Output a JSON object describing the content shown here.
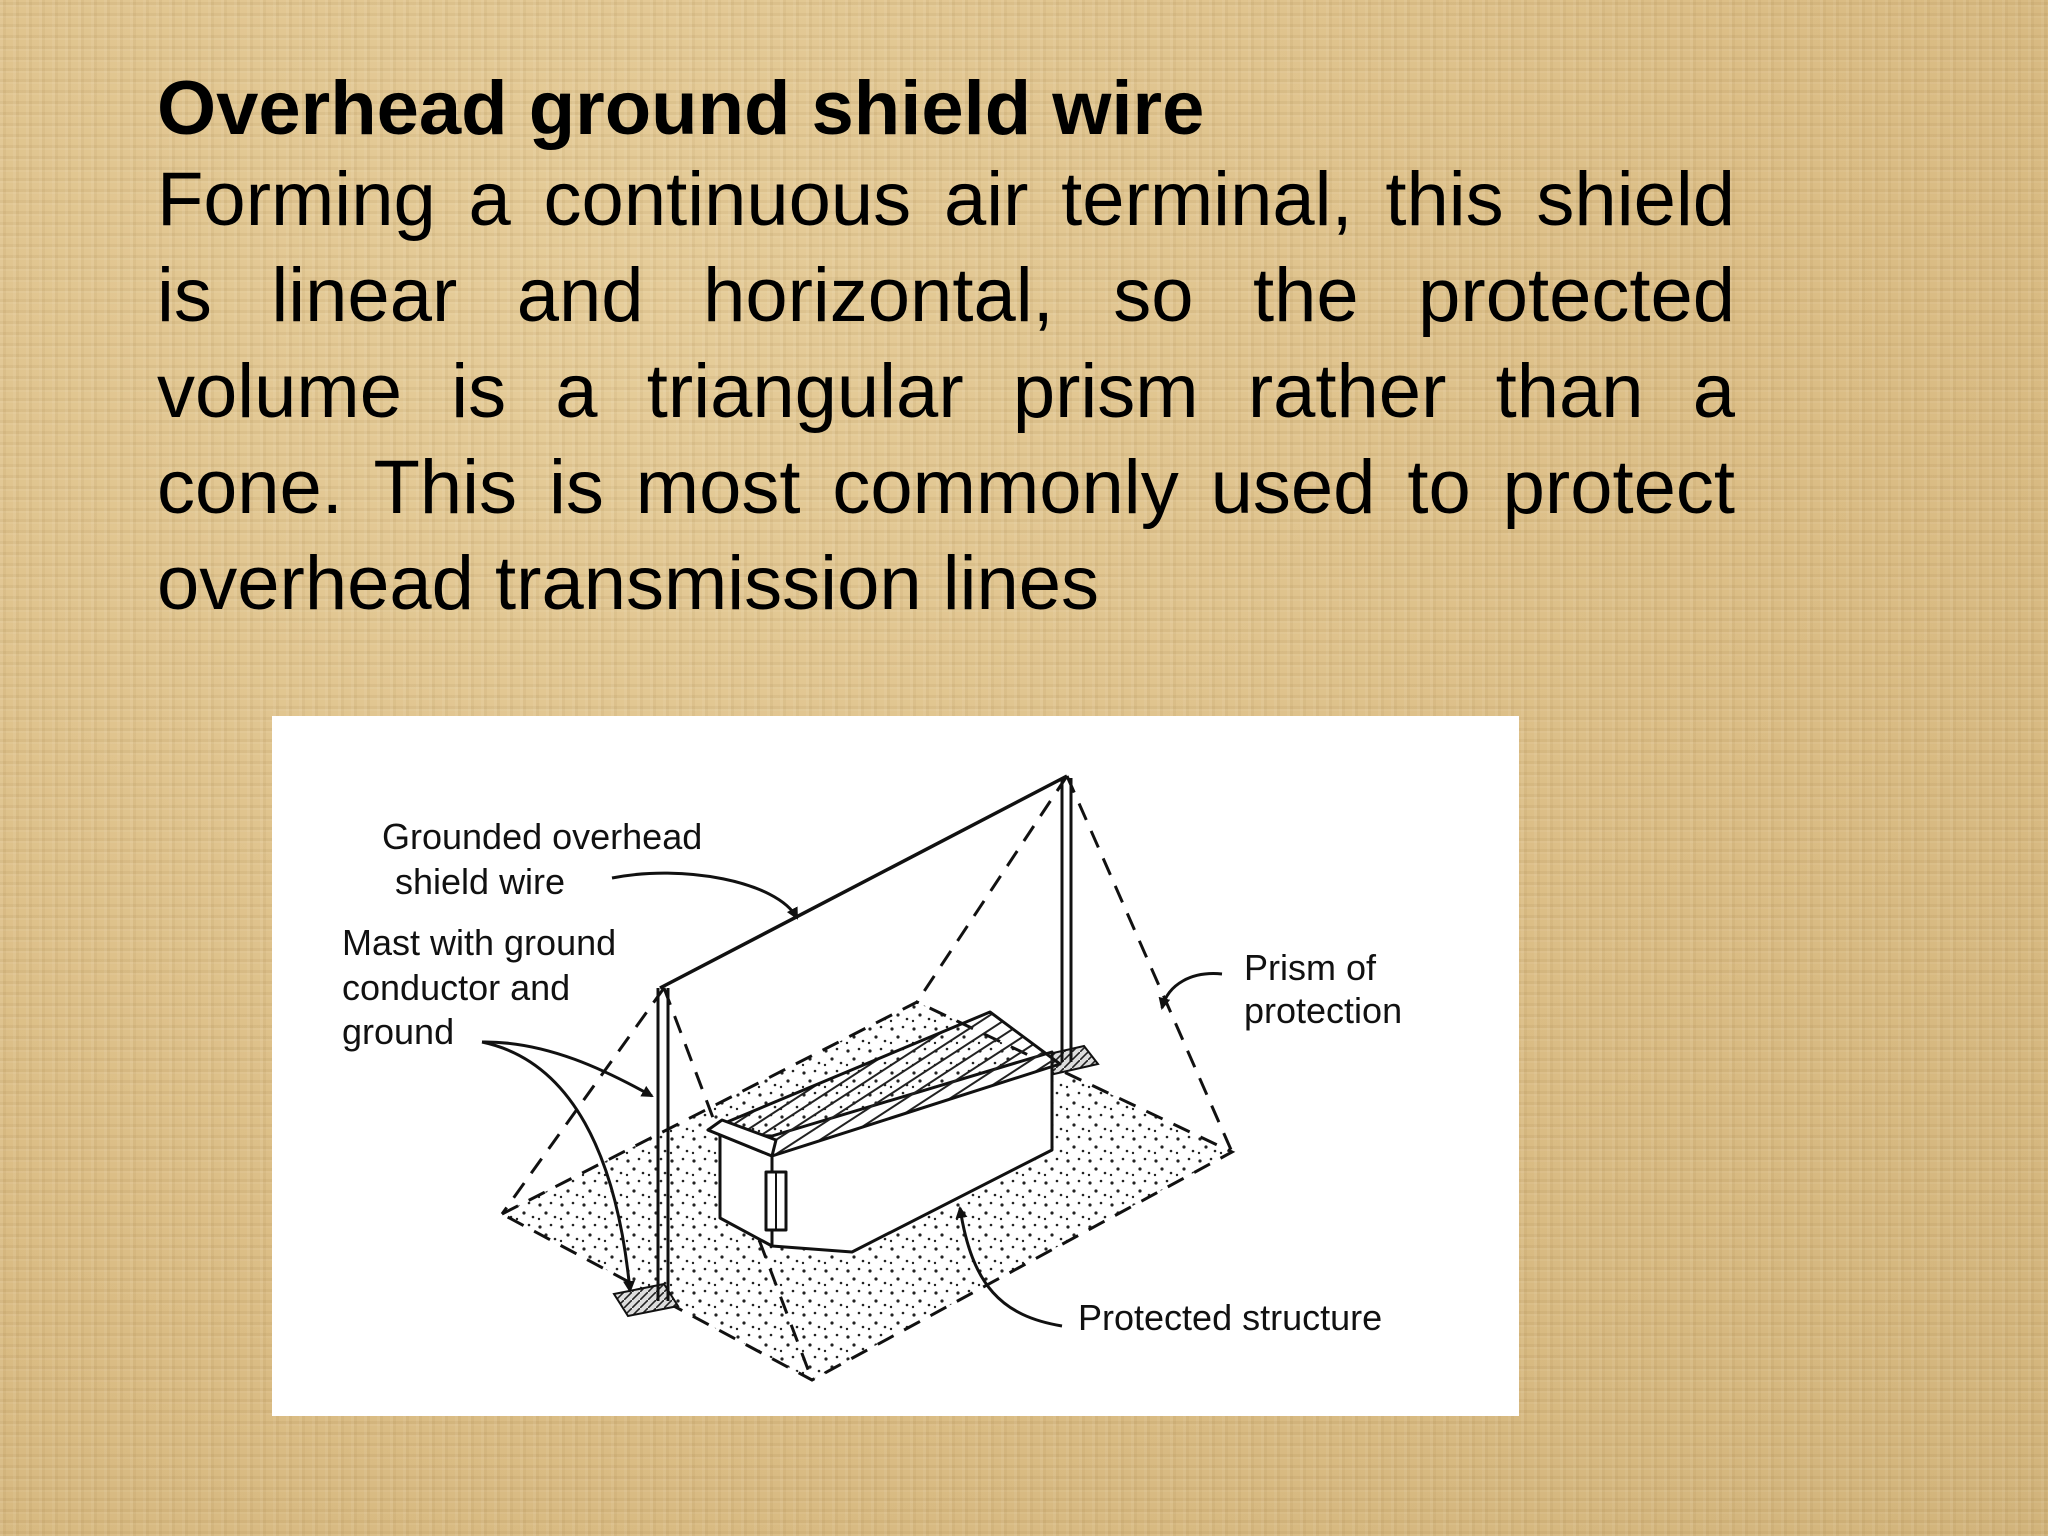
{
  "slide": {
    "title": "Overhead ground shield wire",
    "body": "Forming a continuous air terminal, this shield is linear and horizontal, so the protected volume is a triangular prism rather than a cone. This is most commonly used to protect overhead transmission lines"
  },
  "figure": {
    "labels": {
      "shield_wire_line1": "Grounded overhead",
      "shield_wire_line2": "shield wire",
      "mast_line1": "Mast with ground",
      "mast_line2": "conductor and",
      "mast_line3": "ground",
      "prism_line1": "Prism of",
      "prism_line2": "protection",
      "structure": "Protected structure"
    }
  },
  "colors": {
    "background": "#dfc38e",
    "text": "#000000",
    "figure_background": "#ffffff"
  }
}
